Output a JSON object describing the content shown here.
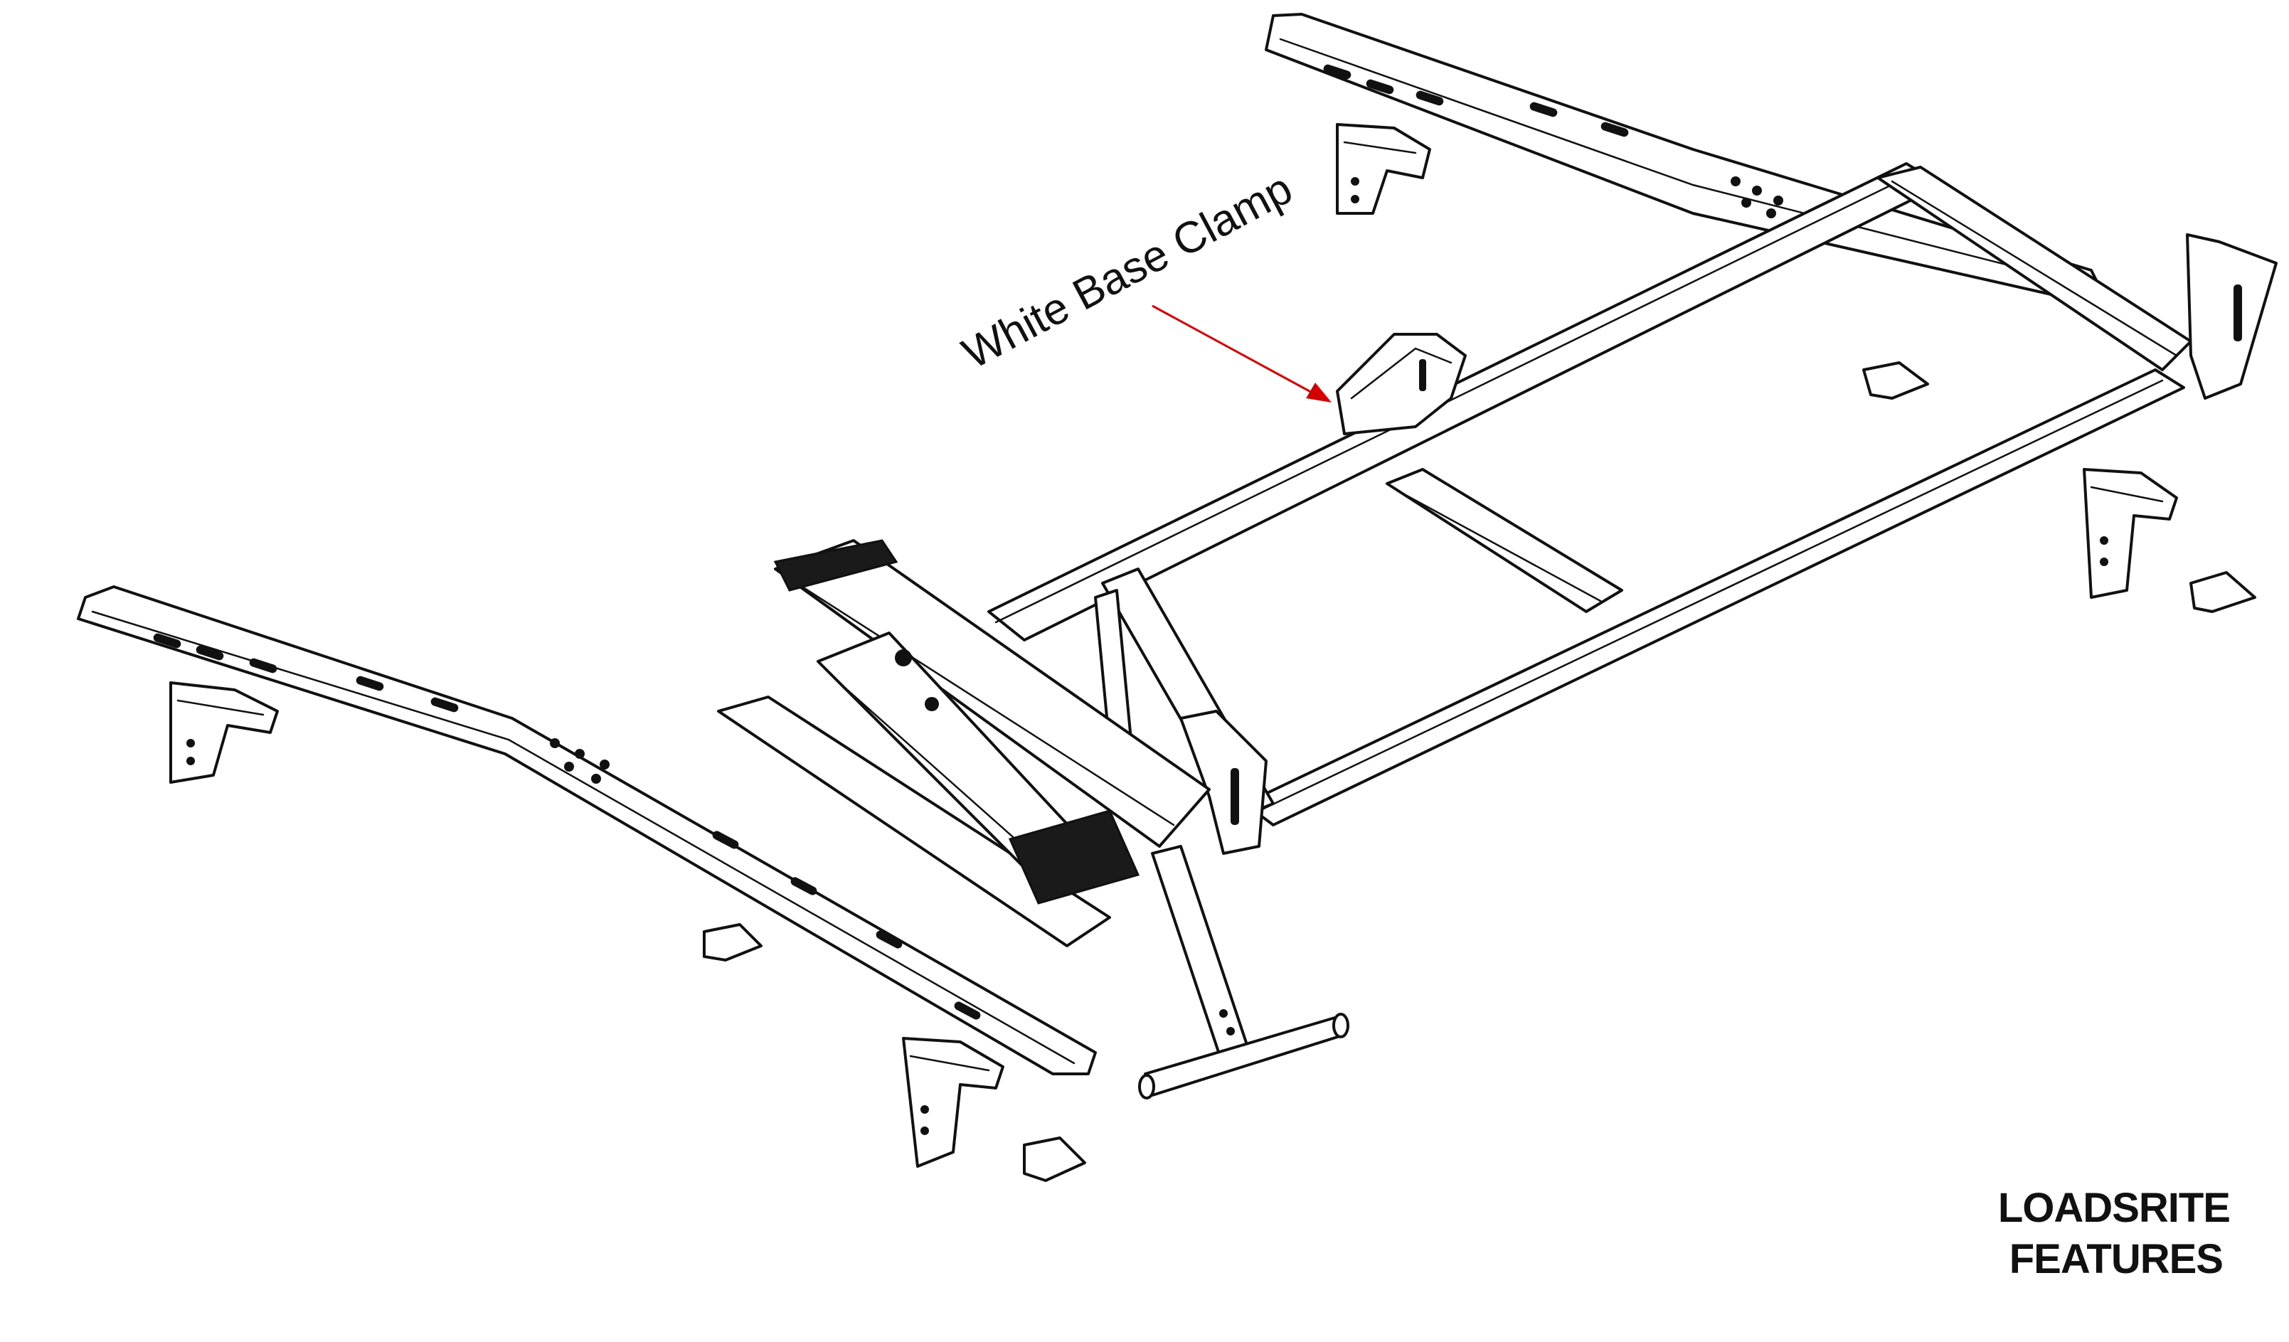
{
  "callout": {
    "label": "White Base Clamp",
    "color": "#d40000"
  },
  "brand": {
    "line1": "LOADSRITE",
    "line2": "FEATURES"
  }
}
